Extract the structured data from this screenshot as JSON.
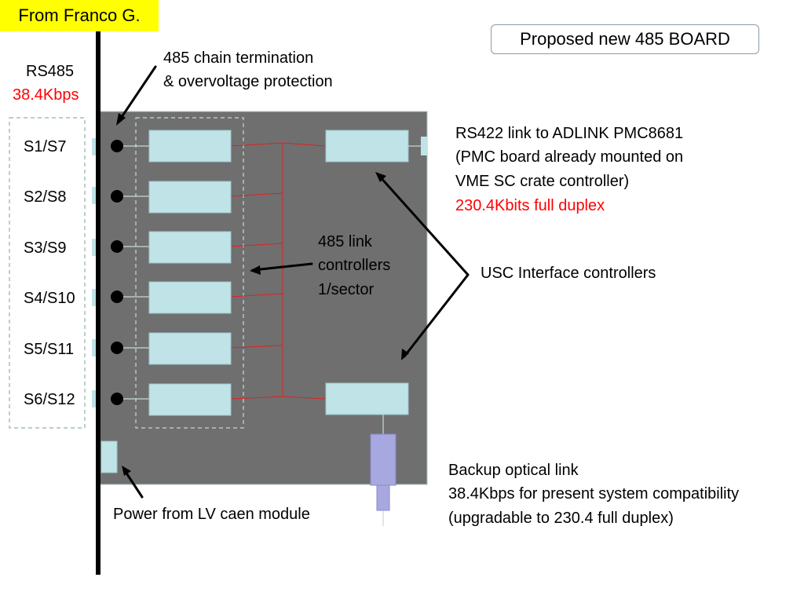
{
  "tag": "From Franco G.",
  "title": "Proposed new 485 BOARD",
  "bus": {
    "label": "RS485",
    "speed": "38.4Kbps"
  },
  "termination": {
    "line1": "485 chain termination",
    "line2": "& overvoltage protection"
  },
  "sectors": [
    "S1/S7",
    "S2/S8",
    "S3/S9",
    "S4/S10",
    "S5/S11",
    "S6/S12"
  ],
  "link_controllers": {
    "line1": "485 link",
    "line2": "controllers",
    "line3": "1/sector"
  },
  "rs422": {
    "line1": "RS422 link to ADLINK PMC8681",
    "line2": "(PMC board already mounted on",
    "line3": "VME SC crate controller)",
    "line4": "230.4Kbits full duplex"
  },
  "usc": "USC Interface controllers",
  "power": "Power from LV caen module",
  "backup": {
    "line1": "Backup optical link",
    "line2": "38.4Kbps for present system compatibility",
    "line3": "(upgradable to 230.4 full duplex)"
  },
  "colors": {
    "board": "#6f6f6f",
    "block": "#bfe3e6",
    "optical": "#a8a8e0",
    "red_text": "#ff0000",
    "tag_bg": "#ffff00"
  }
}
